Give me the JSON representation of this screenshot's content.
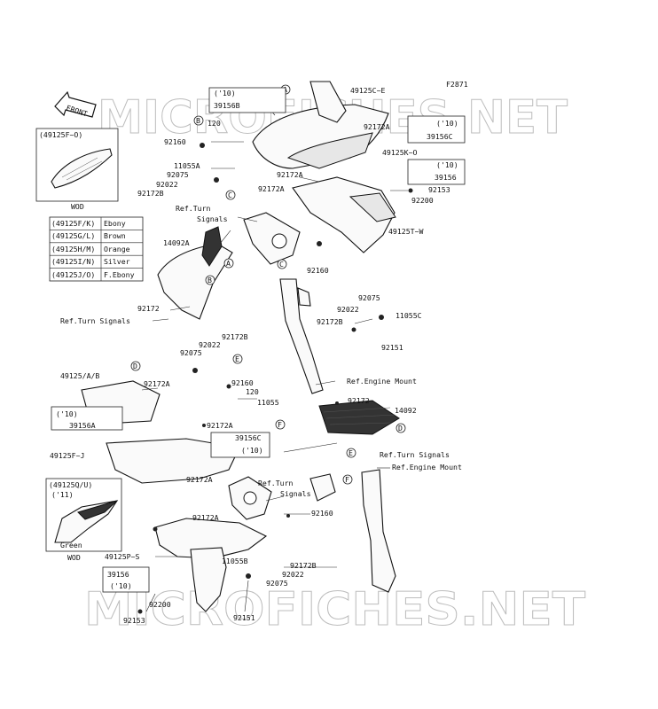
{
  "figure_code": "F2871",
  "watermark": "MICROFICHES.NET",
  "front_label": "FRONT",
  "color_table": [
    {
      "part": "(49125F/K)",
      "color": "Ebony"
    },
    {
      "part": "(49125G/L)",
      "color": "Brown"
    },
    {
      "part": "(49125H/M)",
      "color": "Orange"
    },
    {
      "part": "(49125I/N)",
      "color": "Silver"
    },
    {
      "part": "(49125J/O)",
      "color": "F.Ebony"
    }
  ],
  "inset_top": {
    "part": "(49125F~O)",
    "note": "WOD"
  },
  "inset_bottom": {
    "part": "(49125Q/U)",
    "year": "('11)",
    "color": "Green",
    "note": "WOD"
  },
  "callout_letters": [
    "A",
    "B",
    "C",
    "D",
    "E",
    "F"
  ],
  "parts": {
    "p49125c_e": "49125C~E",
    "y10_a": "('10)",
    "p39156b": "39156B",
    "p120_a": "120",
    "p92172a_top": "92172A",
    "y10_b": "('10)",
    "p39156c_top": "39156C",
    "p92160_a": "92160",
    "p49125k_o": "49125K~O",
    "p11055a": "11055A",
    "y10_c": "('10)",
    "p39156_top": "39156",
    "p92075_a": "92075",
    "p92172a_b": "92172A",
    "p92022_a": "92022",
    "p92153_a": "92153",
    "p92172b_a": "92172B",
    "p92172a_c": "92172A",
    "p92200_a": "92200",
    "ref_turn_a": "Ref.Turn",
    "signals_a": "Signals",
    "p49125t_w": "49125T~W",
    "p14092a": "14092A",
    "p92160_b": "92160",
    "p92075_b": "92075",
    "p92022_b": "92022",
    "p11055c": "11055C",
    "p92172_a": "92172",
    "p92172b_b": "92172B",
    "p92151_a": "92151",
    "ref_turn_b": "Ref.Turn Signals",
    "p92172b_c": "92172B",
    "p92022_c": "92022",
    "p92075_c": "92075",
    "ref_engine_a": "Ref.Engine Mount",
    "p49125ab": "49125/A/B",
    "p92172a_d": "92172A",
    "p92160_c": "92160",
    "p120_b": "120",
    "p11055": "11055",
    "p92172_b": "92172",
    "p14092": "14092",
    "y10_d": "('10)",
    "p39156a": "39156A",
    "p92172a_e": "92172A",
    "p39156c_b": "39156C",
    "y10_e": "('10)",
    "p49125f_j": "49125F~J",
    "ref_turn_c": "Ref.Turn Signals",
    "ref_engine_b": "Ref.Engine Mount",
    "p92172a_f": "92172A",
    "ref_turn_d": "Ref.Turn",
    "signals_d": "Signals",
    "p92172a_g": "92172A",
    "p92160_d": "92160",
    "p49125p_s": "49125P~S",
    "p11055b": "11055B",
    "p92172b_d": "92172B",
    "p39156_b": "39156",
    "p92022_d": "92022",
    "y10_f": "('10)",
    "p92075_d": "92075",
    "p92200_b": "92200",
    "p92153_b": "92153",
    "p92151_b": "92151"
  }
}
